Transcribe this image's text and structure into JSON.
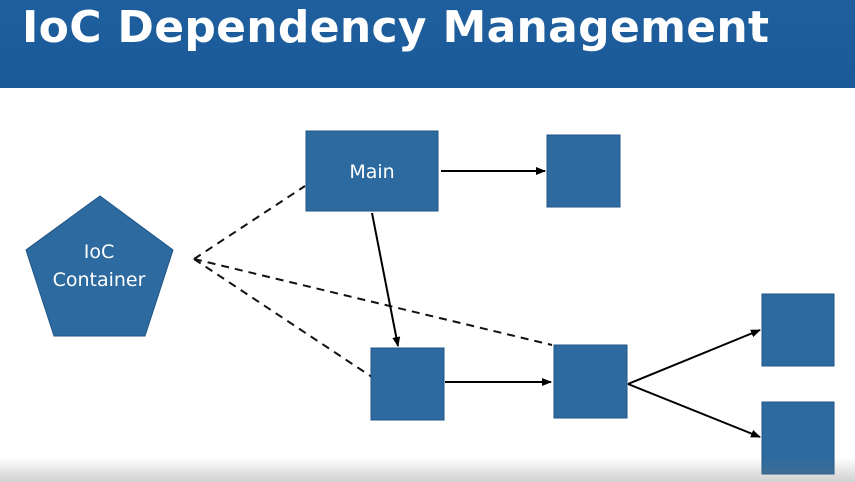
{
  "slide": {
    "title": "IoC Dependency Management"
  },
  "colors": {
    "header_bg": "#1a5a99",
    "node_fill": "#2d6a9f",
    "node_stroke": "#1f5586",
    "edge": "#000000"
  },
  "diagram": {
    "container_label_line1": "IoC",
    "container_label_line2": "Container",
    "main_label": "Main"
  }
}
